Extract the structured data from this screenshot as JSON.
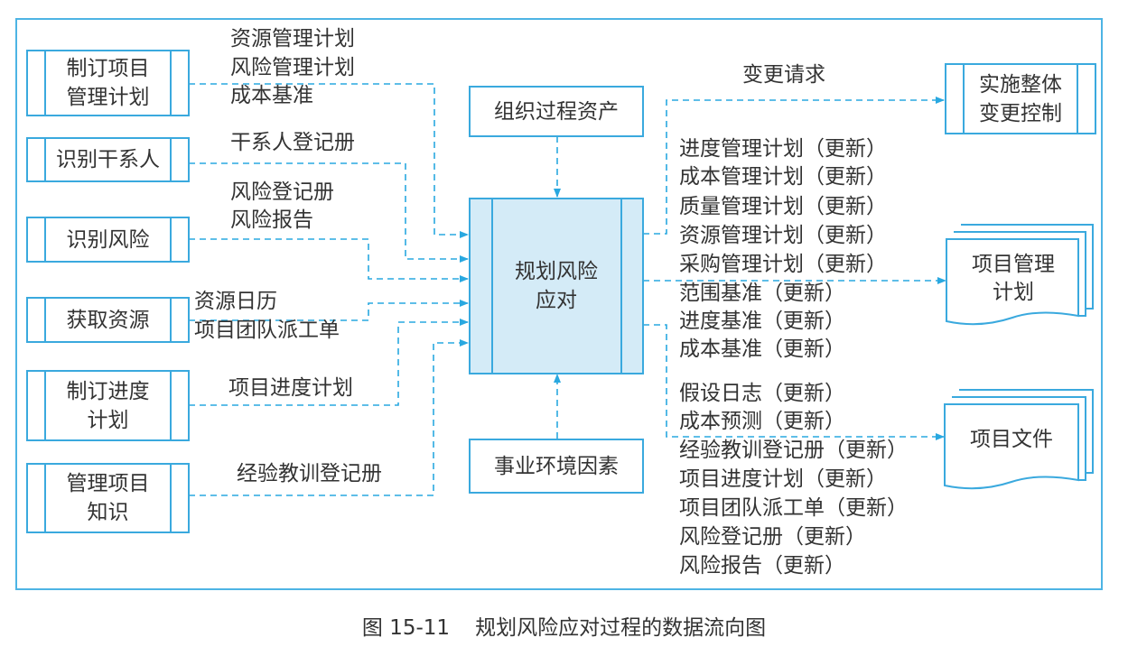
{
  "center_process": "规划风险\n应对",
  "inputs": [
    {
      "source": "制订项目\n管理计划",
      "items": [
        "资源管理计划",
        "风险管理计划",
        "成本基准"
      ]
    },
    {
      "source": "识别干系人",
      "items": [
        "干系人登记册"
      ]
    },
    {
      "source": "识别风险",
      "items": [
        "风险登记册",
        "风险报告"
      ]
    },
    {
      "source": "获取资源",
      "items": [
        "资源日历",
        "项目团队派工单"
      ]
    },
    {
      "source": "制订进度\n计划",
      "items": [
        "项目进度计划"
      ]
    },
    {
      "source": "管理项目\n知识",
      "items": [
        "经验教训登记册"
      ]
    }
  ],
  "environment": {
    "top": "组织过程资产",
    "bottom": "事业环境因素"
  },
  "outputs": [
    {
      "target": "实施整体\n变更控制",
      "items": [
        "变更请求"
      ]
    },
    {
      "target": "项目管理\n计划",
      "items": [
        "进度管理计划（更新）",
        "成本管理计划（更新）",
        "质量管理计划（更新）",
        "资源管理计划（更新）",
        "采购管理计划（更新）",
        "范围基准（更新）",
        "进度基准（更新）",
        "成本基准（更新）"
      ]
    },
    {
      "target": "项目文件",
      "items": [
        "假设日志（更新）",
        "成本预测（更新）",
        "经验教训登记册（更新）",
        "项目进度计划（更新）",
        "项目团队派工单（更新）",
        "风险登记册（更新）",
        "风险报告（更新）"
      ]
    }
  ],
  "caption": {
    "number": "图 15-11",
    "title": "规划风险应对过程的数据流向图"
  },
  "colors": {
    "line": "#29a8e0",
    "center_fill": "#d4ebf7"
  }
}
